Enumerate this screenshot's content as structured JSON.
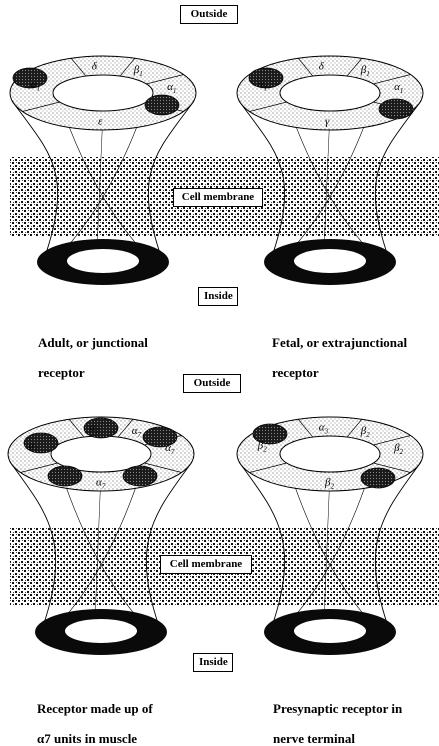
{
  "title": "",
  "labels": {
    "outside": "Outside",
    "inside": "Inside",
    "cell_membrane": "Cell membrane"
  },
  "receptors": [
    {
      "caption_lines": [
        "Adult, or junctional",
        "receptor"
      ],
      "subunits": [
        {
          "greek": "α",
          "sub": "1"
        },
        {
          "greek": "δ",
          "sub": ""
        },
        {
          "greek": "β",
          "sub": "1"
        },
        {
          "greek": "α",
          "sub": "1"
        },
        {
          "greek": "ε",
          "sub": ""
        }
      ]
    },
    {
      "caption_lines": [
        "Fetal, or extrajunctional",
        "receptor"
      ],
      "subunits": [
        {
          "greek": "α",
          "sub": "1"
        },
        {
          "greek": "δ",
          "sub": ""
        },
        {
          "greek": "β",
          "sub": "1"
        },
        {
          "greek": "α",
          "sub": "1"
        },
        {
          "greek": "γ",
          "sub": ""
        }
      ]
    },
    {
      "caption_lines": [
        "Receptor made up of",
        "α7 units in muscle"
      ],
      "subunits": [
        {
          "greek": "α",
          "sub": "7"
        },
        {
          "greek": "α",
          "sub": "7"
        },
        {
          "greek": "α",
          "sub": "7"
        },
        {
          "greek": "α",
          "sub": "7"
        },
        {
          "greek": "α",
          "sub": "7"
        }
      ]
    },
    {
      "caption_lines": [
        "Presynaptic receptor in",
        "nerve terminal"
      ],
      "subunits": [
        {
          "greek": "β",
          "sub": "2"
        },
        {
          "greek": "α",
          "sub": "3"
        },
        {
          "greek": "β",
          "sub": "2"
        },
        {
          "greek": "β",
          "sub": "2"
        },
        {
          "greek": "β",
          "sub": "2"
        }
      ]
    }
  ]
}
